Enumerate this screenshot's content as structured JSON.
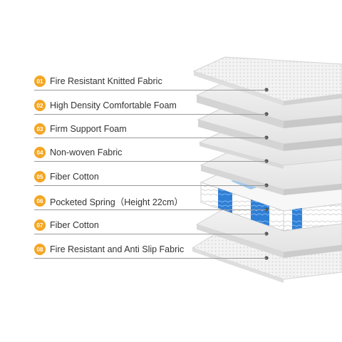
{
  "layers": [
    {
      "number": "01",
      "label": "Fire Resistant Knitted Fabric"
    },
    {
      "number": "02",
      "label": "High Density Comfortable Foam"
    },
    {
      "number": "03",
      "label": "Firm Support Foam"
    },
    {
      "number": "04",
      "label": "Non-woven Fabric"
    },
    {
      "number": "05",
      "label": "Fiber Cotton"
    },
    {
      "number": "06",
      "label": "Pocketed Spring（Height 22cm）"
    },
    {
      "number": "07",
      "label": "Fiber Cotton"
    },
    {
      "number": "08",
      "label": "Fire Resistant and Anti Slip Fabric"
    }
  ],
  "colors": {
    "badge": "#f5a623",
    "leader": "#9a9a9a",
    "spring_accent": "#2f7fd6",
    "layer_face": "#eeeeee",
    "layer_edge": "#d2d2d2"
  }
}
